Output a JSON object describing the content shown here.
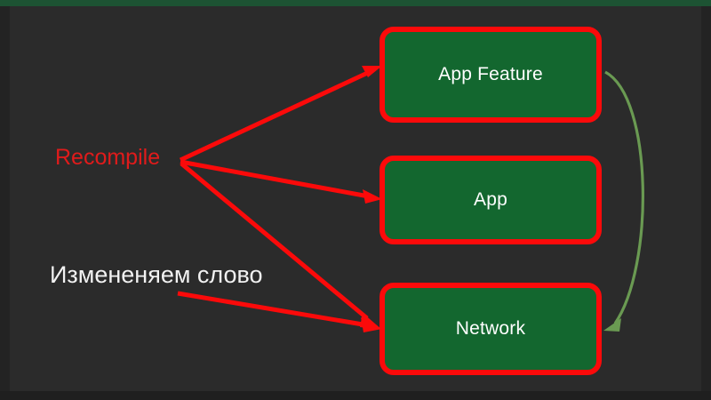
{
  "slide": {
    "background_color": "#2b2b2b",
    "top_strip_color": "#1d5333",
    "accent_red": "#fb0a0a",
    "accent_green": "#13672f",
    "arrow_green": "#6a9a52",
    "text_white": "#ffffff",
    "text_red": "#e01b1b"
  },
  "nodes": [
    {
      "id": "app-feature",
      "label": "App Feature"
    },
    {
      "id": "app",
      "label": "App"
    },
    {
      "id": "network",
      "label": "Network"
    }
  ],
  "annotations": {
    "recompile": "Recompile",
    "change_word": "Измененяем слово"
  },
  "arrows": [
    {
      "name": "recompile-to-app-feature",
      "color": "#fb0a0a",
      "from": "Recompile",
      "to": "App Feature"
    },
    {
      "name": "recompile-to-app",
      "color": "#fb0a0a",
      "from": "Recompile",
      "to": "App"
    },
    {
      "name": "recompile-to-network",
      "color": "#fb0a0a",
      "from": "Recompile",
      "to": "Network"
    },
    {
      "name": "change-word-to-network",
      "color": "#fb0a0a",
      "from": "Измененяем слово",
      "to": "Network"
    },
    {
      "name": "app-feature-to-network",
      "color": "#6a9a52",
      "from": "App Feature",
      "to": "Network"
    }
  ]
}
